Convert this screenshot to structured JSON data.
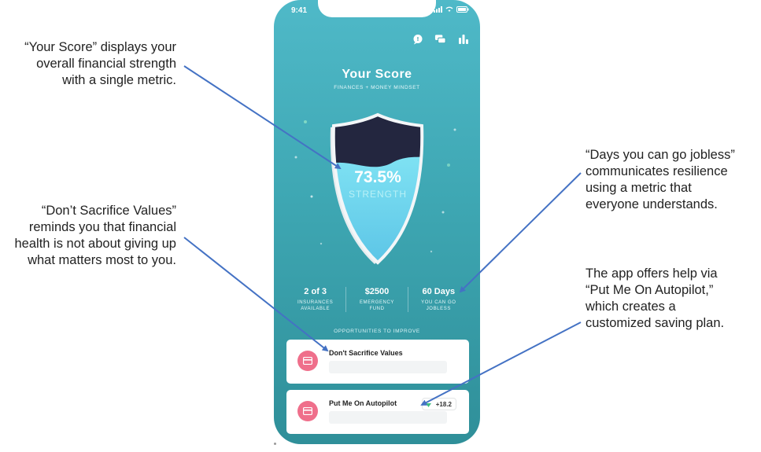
{
  "annotations": {
    "your_score": [
      "“Your Score” displays your",
      "overall financial strength",
      "with a single metric."
    ],
    "dont_sacrifice": [
      "“Don’t Sacrifice Values”",
      "reminds you that financial",
      "health is not about giving up",
      "what matters most to you."
    ],
    "days_jobless": [
      "“Days you can go jobless”",
      "communicates resilience",
      "using a metric that",
      "everyone understands."
    ],
    "autopilot": [
      "The app offers help via",
      "“Put Me On Autopilot,”",
      "which creates a",
      "customized saving plan."
    ]
  },
  "phone": {
    "status_time": "9:41",
    "score_title": "Your Score",
    "score_subtitle": "FINANCES + MONEY MINDSET",
    "strength_value": "73.5%",
    "strength_label": "STRENGTH",
    "stats": [
      {
        "value": "2 of 3",
        "label": "INSURANCES\nAVAILABLE"
      },
      {
        "value": "$2500",
        "label": "EMERGENCY\nFUND"
      },
      {
        "value": "60 Days",
        "label": "YOU CAN GO\nJOBLESS"
      }
    ],
    "opportunities_title": "OPPORTUNITIES TO IMPROVE",
    "cards": [
      {
        "title": "Don't Sacrifice Values"
      },
      {
        "title": "Put Me On Autopilot",
        "badge": "+18.2"
      }
    ]
  },
  "colors": {
    "accent_pink": "#ef6f8b",
    "arrow_blue": "#4472c4",
    "phone_teal": "#3ea7b3",
    "shield_dark": "#23263f",
    "shield_water": "#6fd6ef"
  },
  "icons": [
    "chat-icon",
    "message-icon",
    "bar-chart-icon",
    "card-icon",
    "up-arrow-icon"
  ]
}
